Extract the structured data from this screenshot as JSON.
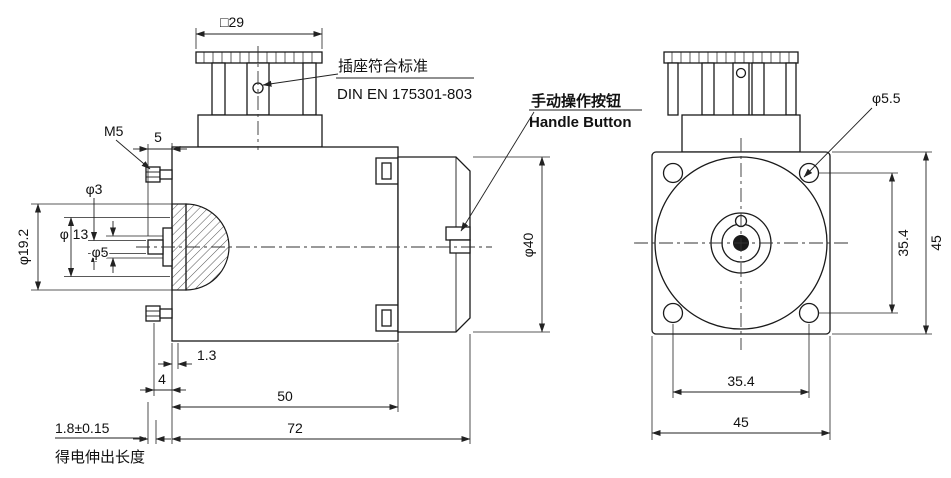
{
  "drawing": {
    "notes": {
      "socket_standard_cn": "插座符合标准",
      "socket_standard_code": "DIN EN 175301-803",
      "handle_button_cn": "手动操作按钮",
      "handle_button_en": "Handle Button",
      "energized_extension_cn": "得电伸出长度"
    },
    "side_view": {
      "dim_square29": "□29",
      "dim_m5": "M5",
      "dim_5": "5",
      "dim_phi3": "φ3",
      "dim_phi13": "φ 13",
      "dim_phi19_2": "φ19.2",
      "dim_phi5": "φ5",
      "dim_phi40": "φ40",
      "dim_1_3": "1.3",
      "dim_4": "4",
      "dim_50": "50",
      "dim_72": "72",
      "dim_1_8": "1.8±0.15"
    },
    "front_view": {
      "dim_phi5_5": "φ5.5",
      "dim_35_4_right": "35.4",
      "dim_45_right": "45",
      "dim_35_4_bottom": "35.4",
      "dim_45_bottom": "45"
    },
    "colors": {
      "line": "#1a1a1a",
      "background": "#ffffff"
    }
  }
}
